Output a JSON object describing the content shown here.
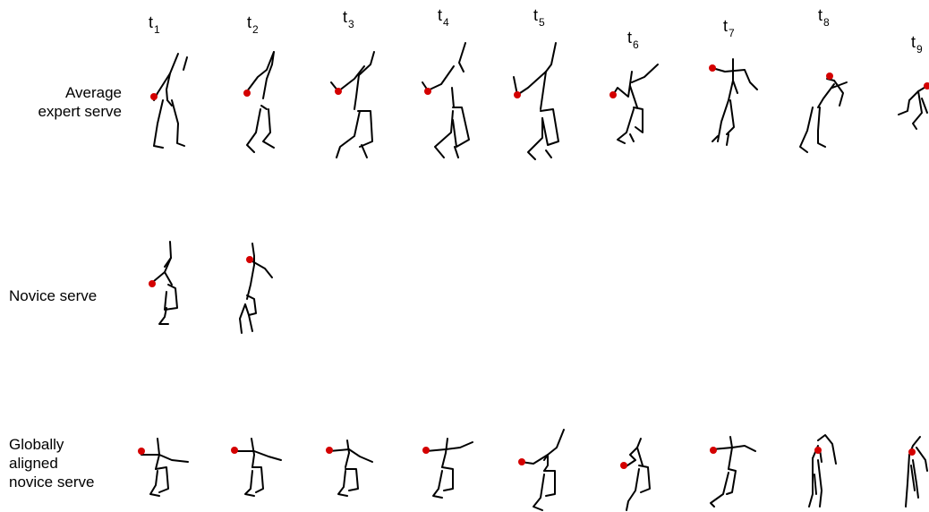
{
  "time_labels": [
    {
      "base": "t",
      "sub": "1"
    },
    {
      "base": "t",
      "sub": "2"
    },
    {
      "base": "t",
      "sub": "3"
    },
    {
      "base": "t",
      "sub": "4"
    },
    {
      "base": "t",
      "sub": "5"
    },
    {
      "base": "t",
      "sub": "6"
    },
    {
      "base": "t",
      "sub": "7"
    },
    {
      "base": "t",
      "sub": "8"
    },
    {
      "base": "t",
      "sub": "9"
    }
  ],
  "rows": {
    "expert": {
      "label_lines": [
        "Average",
        "expert serve"
      ],
      "frame_count": 9
    },
    "novice": {
      "label_lines": [
        "Novice serve"
      ],
      "frame_count": 2
    },
    "aligned": {
      "label_lines": [
        "Globally",
        "aligned",
        "novice serve"
      ],
      "frame_count": 9
    }
  },
  "colors": {
    "skeleton": "#000000",
    "marker": "#d40000"
  }
}
